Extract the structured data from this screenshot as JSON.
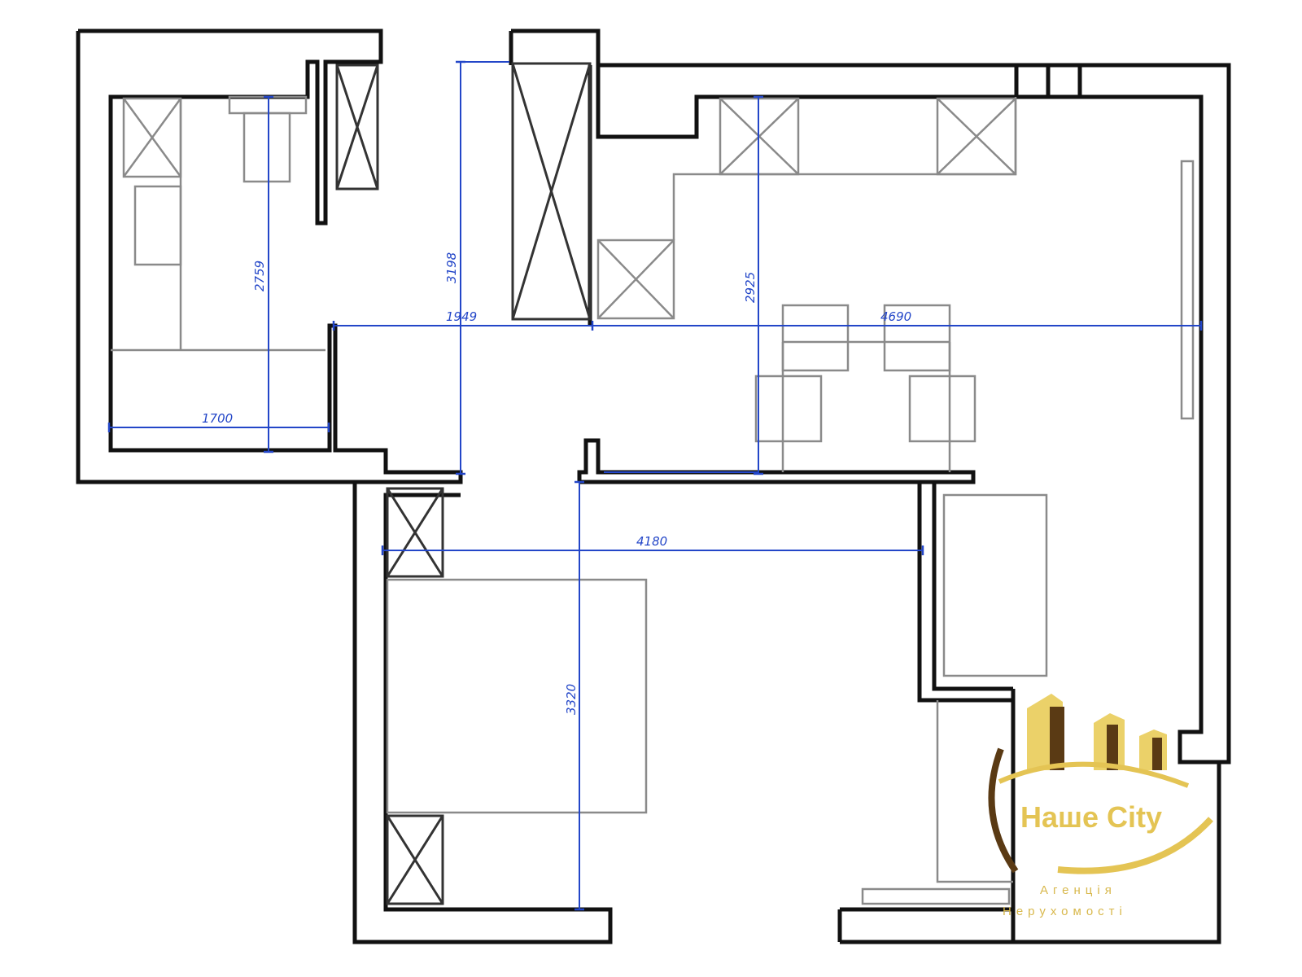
{
  "dimensions": {
    "kitchen_width": "1700",
    "kitchen_depth": "2759",
    "hall_height": "3198",
    "hall_width": "1949",
    "living_depth": "2925",
    "living_width": "4690",
    "bedroom_width": "4180",
    "bedroom_depth": "3320"
  },
  "watermark": {
    "brand": "Наше City",
    "tagline_line1": "Агенція",
    "tagline_line2": "Нерухомості"
  },
  "colors": {
    "wall": "#111111",
    "furniture": "#8a8a8a",
    "dimension": "#2346c8",
    "logo_gold": "#e4c454",
    "logo_brown": "#5a3a14"
  },
  "icons": [
    "cabinet-cross-icon",
    "building-logo-icon"
  ]
}
